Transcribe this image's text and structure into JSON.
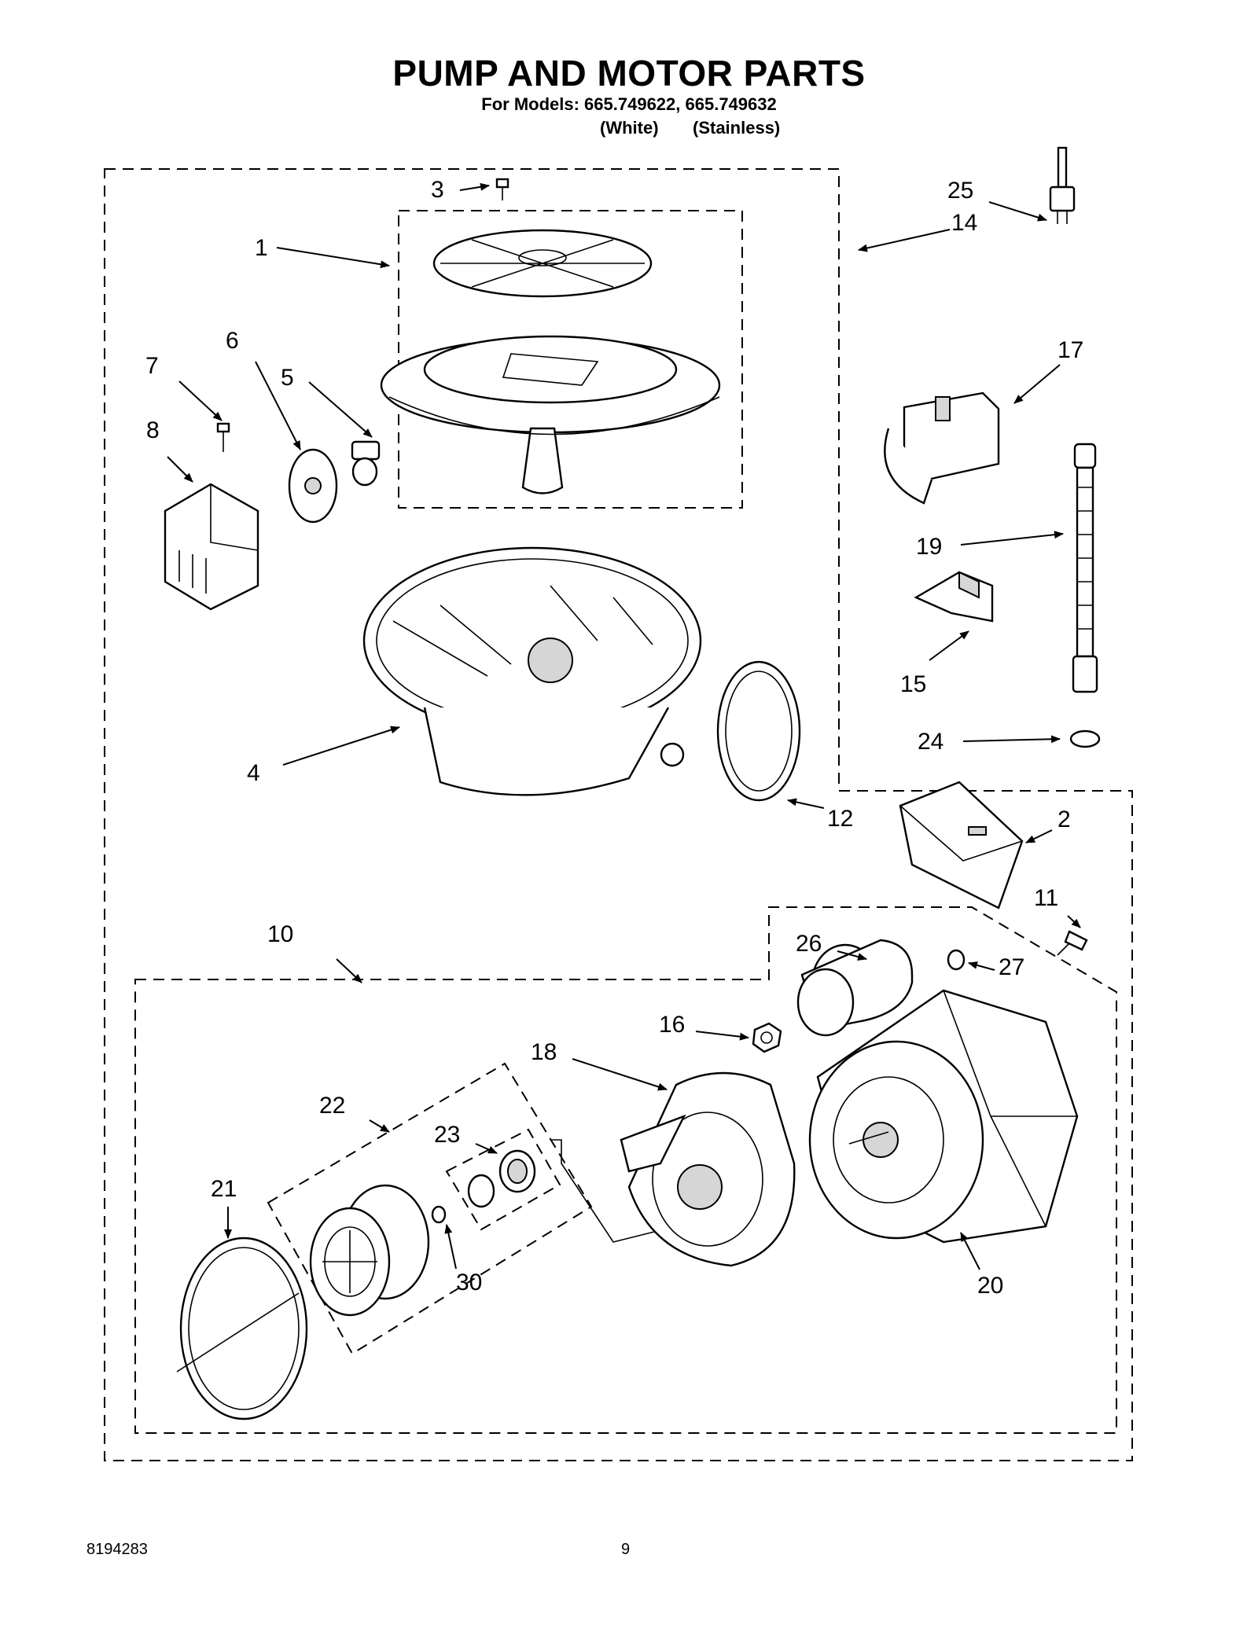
{
  "header": {
    "title": "PUMP AND MOTOR PARTS",
    "models": "For Models: 665.749622, 665.749632",
    "model_variant_1": "(White)",
    "model_variant_2": "(Stainless)"
  },
  "callouts": [
    "1",
    "2",
    "3",
    "4",
    "5",
    "6",
    "7",
    "8",
    "10",
    "11",
    "12",
    "14",
    "15",
    "16",
    "17",
    "18",
    "19",
    "20",
    "21",
    "22",
    "23",
    "24",
    "25",
    "26",
    "27",
    "30"
  ],
  "footer": {
    "doc_number": "8194283",
    "page_number": "9"
  }
}
